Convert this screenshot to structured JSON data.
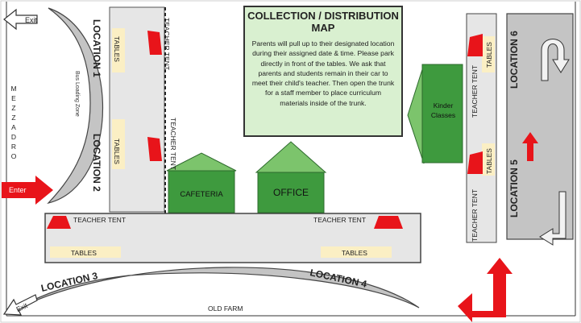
{
  "map": {
    "title": "COLLECTION / DISTRIBUTION MAP",
    "instructions": "Parents will pull up to their designated location during their assigned date & time.  Please park directly in front of the tables. We ask that parents and students remain in their car to meet their child's teacher. Then open the trunk for a staff member to place curriculum materials inside of the trunk.",
    "street_west": [
      "M",
      "E",
      "Z",
      "Z",
      "A",
      "D",
      "R",
      "O"
    ],
    "street_south": "OLD FARM",
    "buildings": {
      "cafeteria": "CAFETERIA",
      "office": "OFFICE",
      "kinder": [
        "Kinder",
        "Classes"
      ]
    },
    "locations": {
      "loc1": "LOCATION 1",
      "loc2": "LOCATION 2",
      "loc3": "LOCATION 3",
      "loc4": "LOCATION 4",
      "loc5": "LOCATION 5",
      "loc6": "LOCATION 6"
    },
    "zone": "Bus Loading Zone",
    "teacher_tent": "TEACHER TENT",
    "tables": "TABLES",
    "arrows": {
      "exit_top": "Exit",
      "enter_left": "Enter",
      "exit_bottom": "Exit",
      "enter_right": "Enter"
    },
    "colors": {
      "building_green": "#3e9a3e",
      "roof_green": "#7cc46c",
      "notice_bg": "#d9f0d0",
      "tent_red": "#e8141a",
      "table_beige": "#fbefc4",
      "curb_gray": "#b9b9b9",
      "platform_gray": "#e6e6e6"
    }
  }
}
